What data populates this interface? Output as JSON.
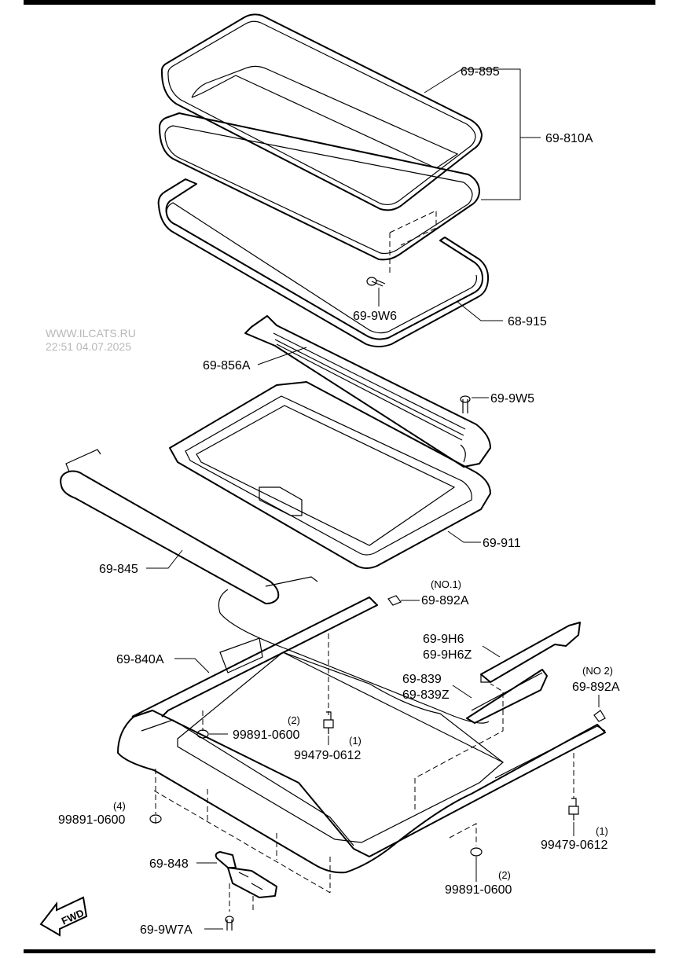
{
  "watermark": {
    "site": "WWW.ILCATS.RU",
    "datetime": "22:51 04.07.2025"
  },
  "callouts": {
    "p69_895": "69-895",
    "p69_810A": "69-810A",
    "p69_9W6": "69-9W6",
    "p68_915": "68-915",
    "p69_856A": "69-856A",
    "p69_9W5": "69-9W5",
    "p69_911": "69-911",
    "p69_845": "69-845",
    "p69_892A_no1_note": "(NO.1)",
    "p69_892A_no1": "69-892A",
    "p69_9H6": "69-9H6",
    "p69_9H6Z": "69-9H6Z",
    "p69_840A": "69-840A",
    "p69_839": "69-839",
    "p69_839Z": "69-839Z",
    "p69_892A_no2_note": "(NO 2)",
    "p69_892A_no2": "69-892A",
    "p99891_0600_a_qty": "(2)",
    "p99891_0600_a": "99891-0600",
    "p99479_0612_a_qty": "(1)",
    "p99479_0612_a": "99479-0612",
    "p99891_0600_b_qty": "(4)",
    "p99891_0600_b": "99891-0600",
    "p99479_0612_b_qty": "(1)",
    "p99479_0612_b": "99479-0612",
    "p69_848": "69-848",
    "p99891_0600_c_qty": "(2)",
    "p99891_0600_c": "99891-0600",
    "p69_9W7A": "69-9W7A"
  },
  "fwd_badge": "FWD"
}
